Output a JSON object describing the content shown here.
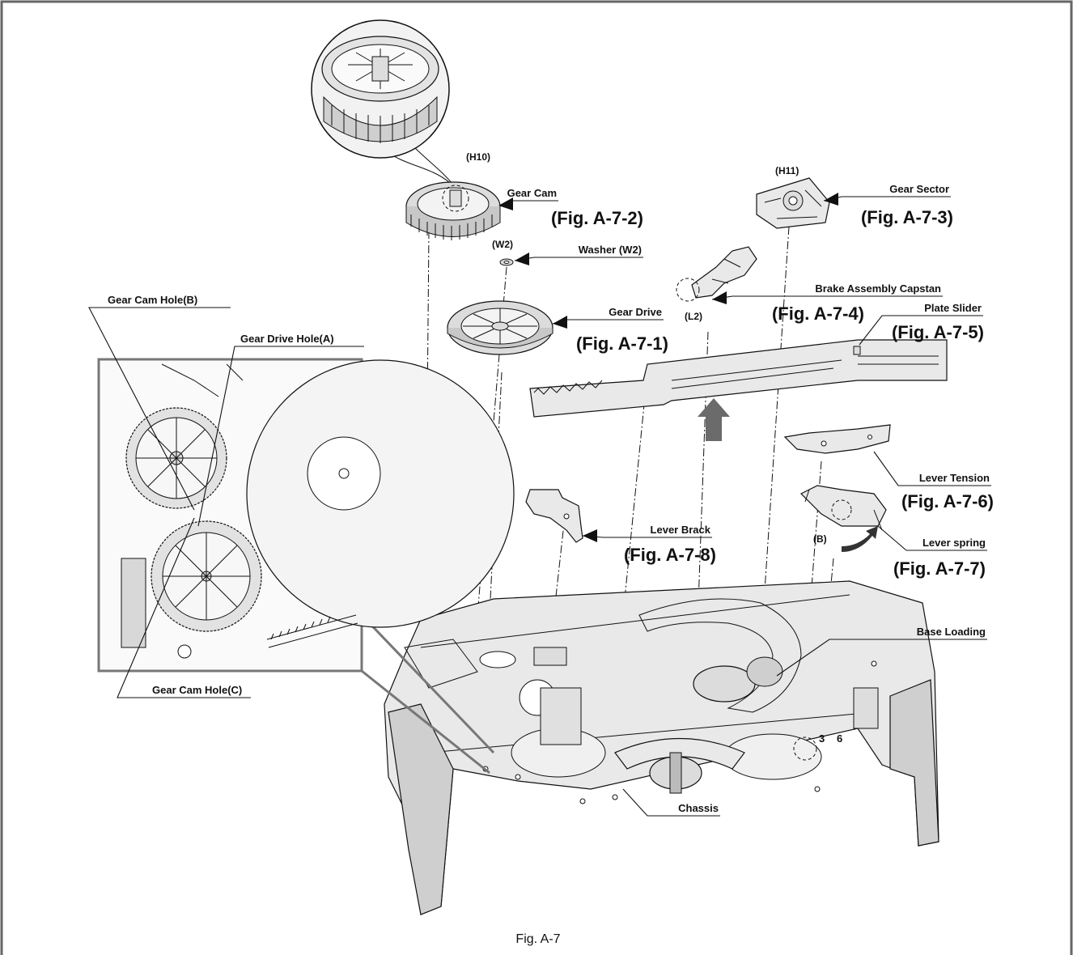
{
  "labels": {
    "h10": "(H10)",
    "h11": "(H11)",
    "gear_cam": "Gear Cam",
    "fig_gear_cam": "(Fig. A-7-2)",
    "gear_sector": "Gear Sector",
    "fig_gear_sector": "(Fig. A-7-3)",
    "w2": "(W2)",
    "washer": "Washer (W2)",
    "brake": "Brake Assembly Capstan",
    "fig_brake": "(Fig. A-7-4)",
    "l2": "(L2)",
    "plate_slider": "Plate Slider",
    "fig_plate_slider": "(Fig. A-7-5)",
    "gear_drive": "Gear Drive",
    "fig_gear_drive": "(Fig. A-7-1)",
    "gear_cam_hole_b": "Gear Cam Hole(B)",
    "gear_drive_hole_a": "Gear Drive Hole(A)",
    "gear_cam_hole_c": "Gear Cam Hole(C)",
    "lever_tension": "Lever Tension",
    "fig_lever_tension": "(Fig. A-7-6)",
    "lever_brack": "Lever Brack",
    "fig_lever_brack": "(Fig. A-7-8)",
    "b_marker": "(B)",
    "lever_spring": "Lever spring",
    "fig_lever_spring": "(Fig. A-7-7)",
    "base_loading": "Base Loading",
    "chassis": "Chassis",
    "num_3": "3",
    "num_6": "6",
    "caption": "Fig. A-7"
  },
  "colors": {
    "line": "#111111",
    "part_fill": "#e9e9e9",
    "part_shade": "#cfcfcf",
    "arrow": "#6b6b6b",
    "background": "#ffffff"
  },
  "icons": [
    "up-arrow-icon",
    "curved-arrow-icon"
  ]
}
